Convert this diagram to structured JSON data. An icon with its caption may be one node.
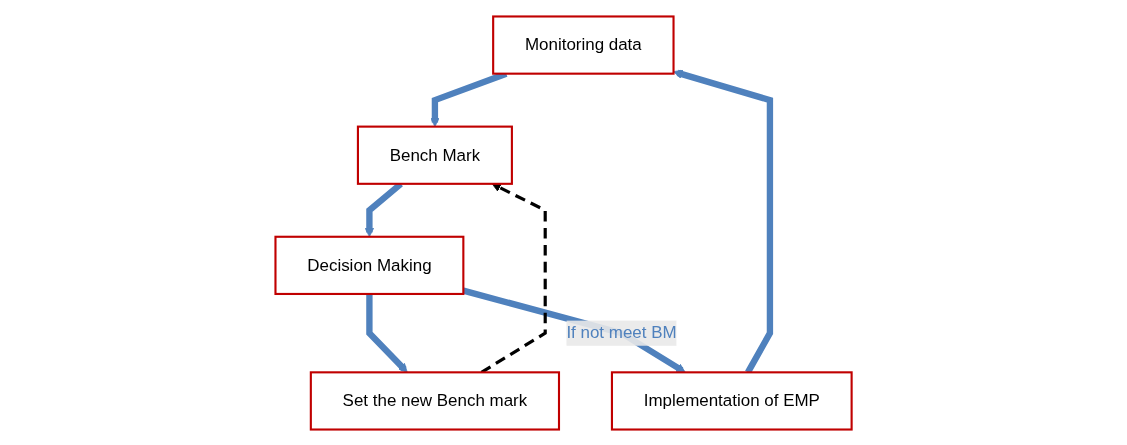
{
  "diagram": {
    "nodes": [
      {
        "text": [
          "Monitoring data"
        ]
      },
      {
        "text": [
          "Bench Mark"
        ]
      },
      {
        "text": [
          "Decision Making"
        ]
      },
      {
        "text": [
          "Set the new Bench mark"
        ]
      },
      {
        "text": [
          "Implementation of EMP"
        ]
      }
    ],
    "edges": [
      {
        "from": 0,
        "to": 1,
        "arrow": "to"
      },
      {
        "from": 1,
        "to": 2,
        "arrow": "to"
      },
      {
        "from": 2,
        "to": 3,
        "arrow": "to"
      },
      {
        "from": 2,
        "to": 4,
        "arrow": "to",
        "label": "If not meet BM"
      },
      {
        "from": 3,
        "to": 1,
        "arrow": "to",
        "style": "dashed",
        "color": "#000000"
      },
      {
        "from": 4,
        "to": 0,
        "arrow": "to"
      }
    ]
  }
}
